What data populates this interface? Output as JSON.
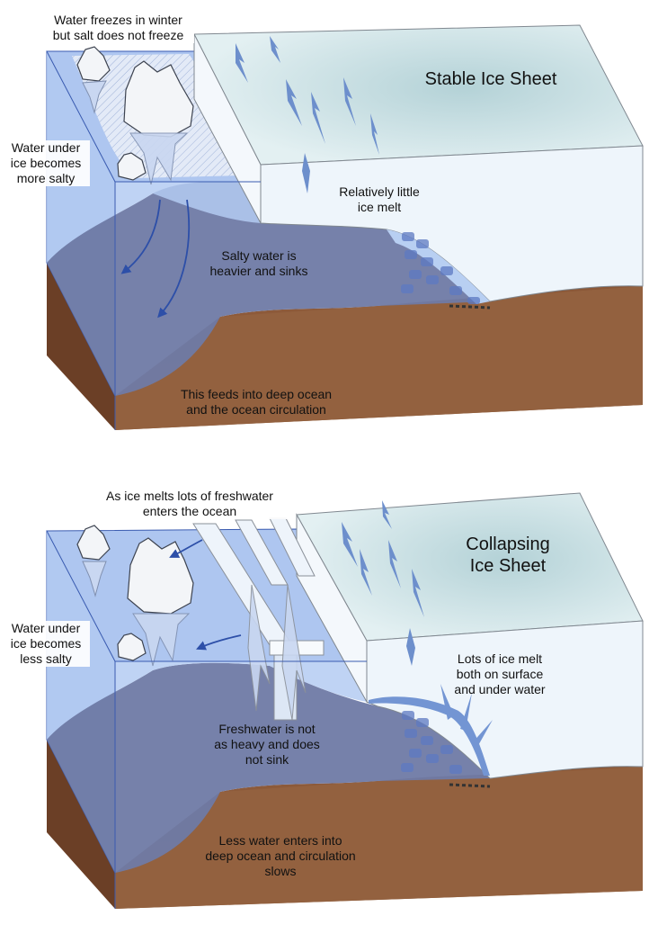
{
  "panels": [
    {
      "title": "Stable Ice Sheet",
      "labels": {
        "freeze": "Water freezes in winter\nbut salt does not freeze",
        "salty": "Water under\nice becomes\nmore salty",
        "melt": "Relatively little\nice melt",
        "sinks": "Salty water is\nheavier and sinks",
        "feeds": "This feeds into deep ocean\nand the ocean circulation"
      }
    },
    {
      "title": "Collapsing\nIce Sheet",
      "labels": {
        "freshwater": "As ice melts lots of freshwater\nenters the ocean",
        "less_salty": "Water under\nice becomes\nless salty",
        "lots_melt": "Lots of ice melt\nboth on surface\nand under water",
        "not_sink": "Freshwater is not\nas heavy and does\nnot sink",
        "slows": "Less water enters into\ndeep ocean and circulation\nslows"
      }
    }
  ],
  "colors": {
    "ocean_surface": "#a9c3f0",
    "ocean_front": "#b5cdf5",
    "deep_water": "#6e7aa6",
    "seabed": "#8c5a3c",
    "ice_top": "#d8ebef",
    "ice_front": "#eef5fb",
    "crevasse": "#6d8fcc",
    "current_arrow": "#2d4fa8"
  }
}
